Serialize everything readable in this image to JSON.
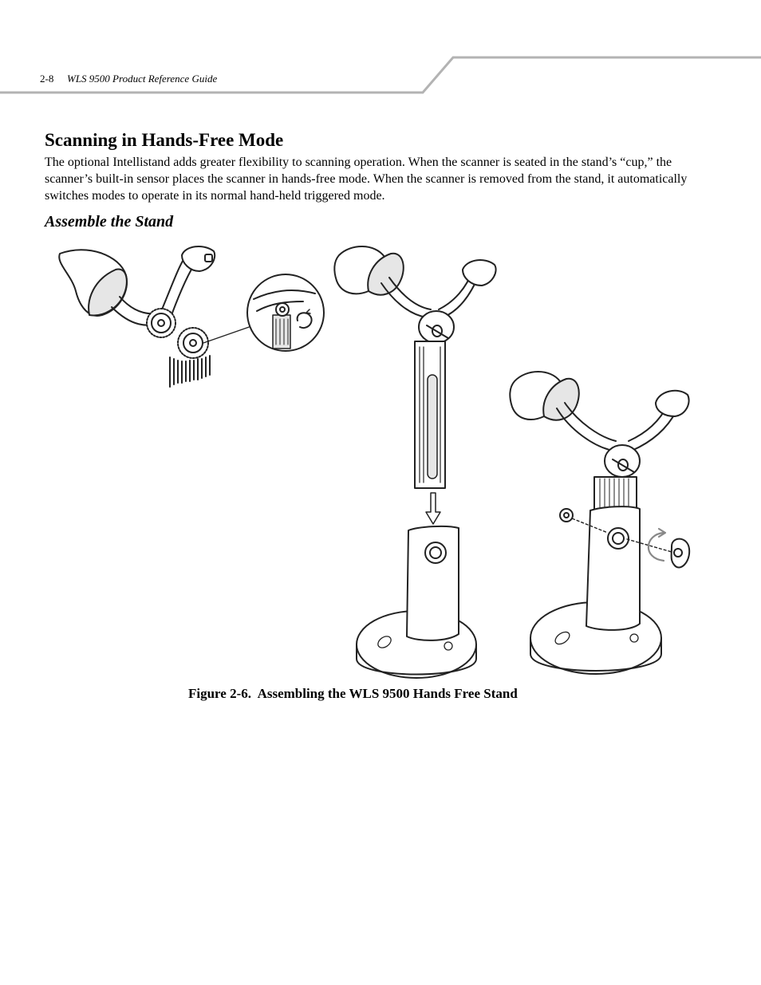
{
  "header": {
    "page_number": "2-8",
    "running_title": "WLS 9500 Product Reference Guide"
  },
  "section": {
    "title": "Scanning in Hands-Free Mode",
    "body": "The optional Intellistand adds greater flexibility to scanning operation. When the scanner is seated in the stand’s “cup,” the scanner’s built-in sensor places the scanner in hands-free mode. When the scanner is removed from the stand, it automatically switches modes to operate in its normal hand-held triggered mode."
  },
  "subsection": {
    "title": "Assemble the Stand"
  },
  "figure": {
    "caption": "Figure 2-6.  Assembling the WLS 9500 Hands Free Stand"
  },
  "colors": {
    "rule": "#b3b3b3",
    "line_art": "#222222",
    "shade": "#d9d9d9"
  }
}
